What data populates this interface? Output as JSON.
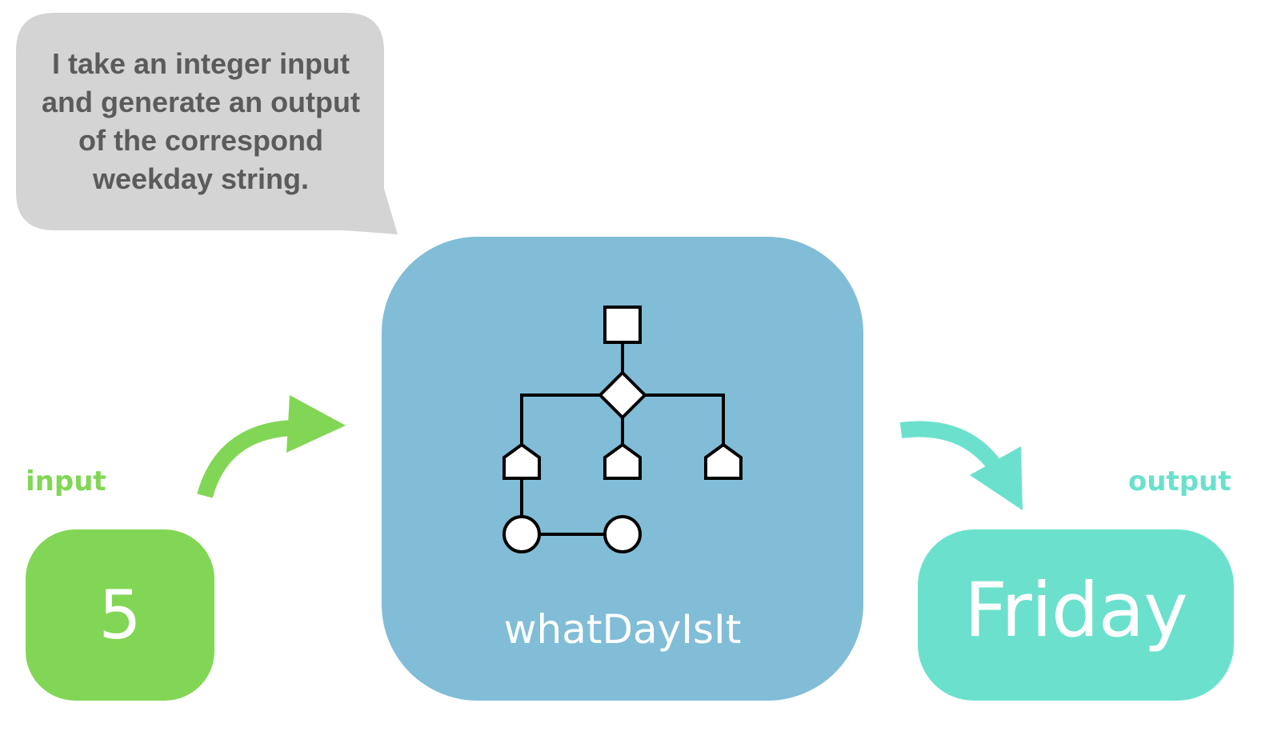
{
  "bubble": {
    "lines": [
      "I take an integer input",
      "and generate an output",
      "of the correspond",
      "weekday string."
    ]
  },
  "input": {
    "label": "input",
    "value": "5"
  },
  "function": {
    "name": "whatDayIsIt"
  },
  "output": {
    "label": "output",
    "value": "Friday"
  },
  "colors": {
    "bubble": "#d4d4d4",
    "bubble_text": "#5b5b5b",
    "input": "#82d655",
    "function": "#81bdd7",
    "output": "#6be1cd"
  }
}
